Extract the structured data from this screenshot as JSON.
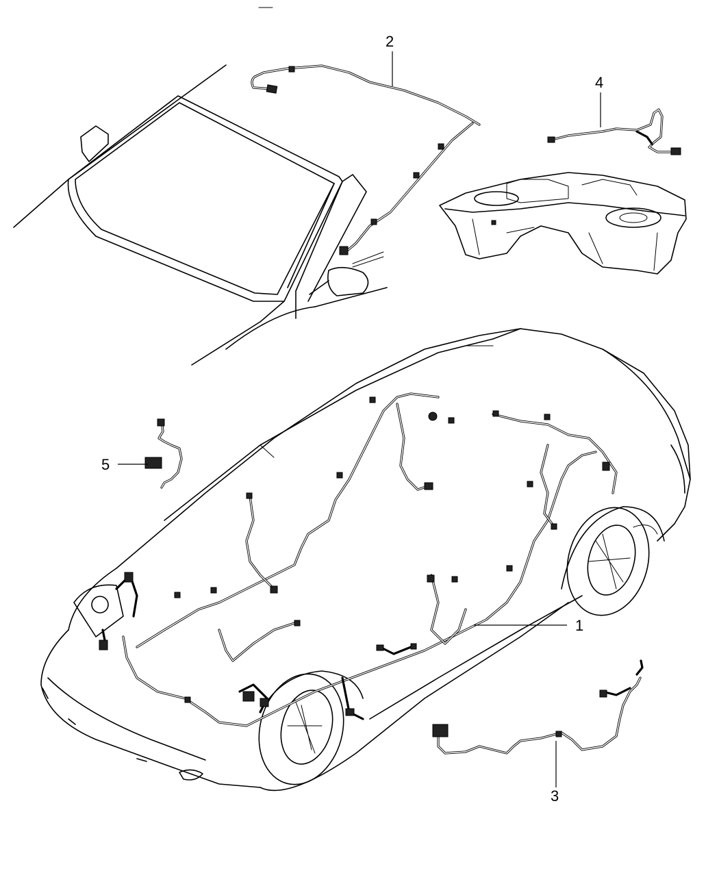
{
  "callouts": {
    "c1": "1",
    "c2": "2",
    "c3": "3",
    "c4": "4",
    "c5": "5"
  },
  "icons": [
    "windshield-view-illustration",
    "fuel-tank-illustration",
    "vehicle-body-illustration",
    "wiring-harness"
  ]
}
